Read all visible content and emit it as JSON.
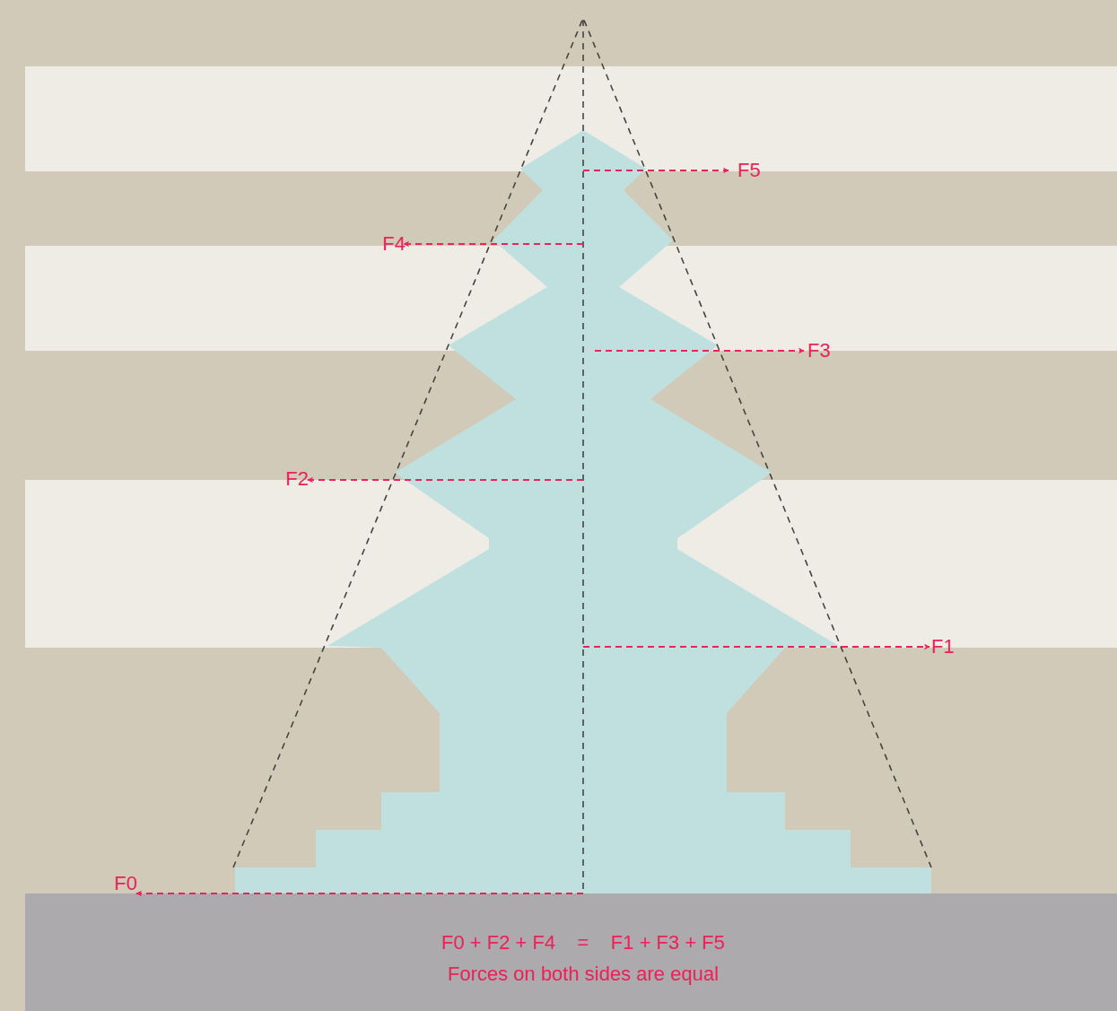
{
  "diagram": {
    "labels": [
      "F5",
      "F4",
      "F3",
      "F2",
      "F1",
      "F0",
      "F0 + F2 + F4    =    F1 + F3 + F5",
      "Forces on both sides are equal"
    ]
  }
}
